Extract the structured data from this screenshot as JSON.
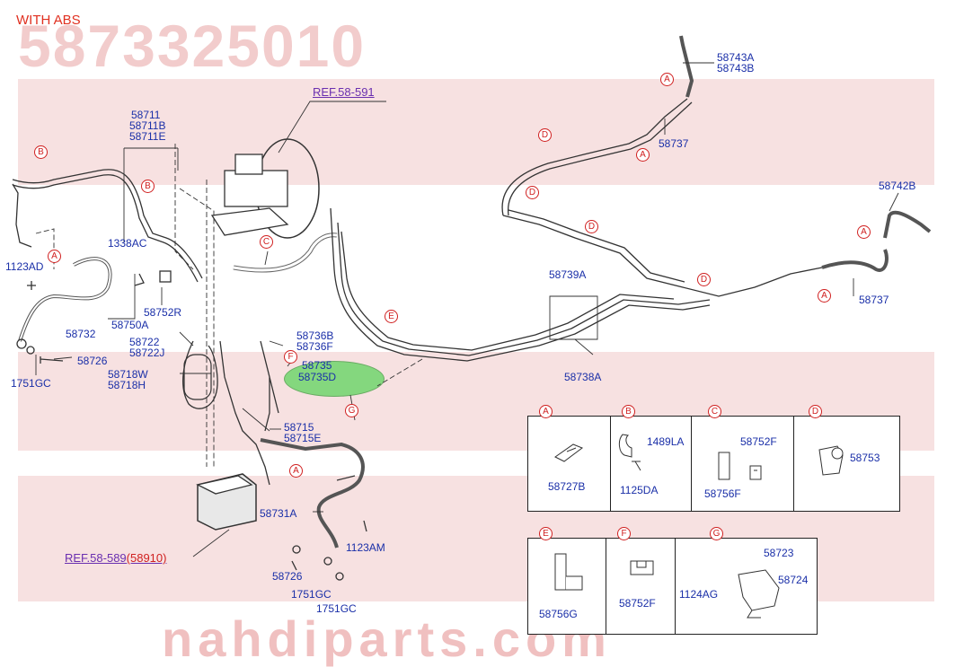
{
  "header": {
    "variant": "WITH ABS",
    "part_number": "5873325010"
  },
  "watermark": {
    "site": "nahdiparts.com"
  },
  "refs": {
    "top": "REF.58-591",
    "bottom_prefix": "REF.58-589",
    "bottom_suffix": "(58910)"
  },
  "callouts": [
    "A",
    "B",
    "C",
    "D",
    "E",
    "F",
    "G"
  ],
  "labels": {
    "l58711": "58711",
    "l58711B": "58711B",
    "l58711E": "58711E",
    "l1338AC": "1338AC",
    "l1123AD": "1123AD",
    "l58750A": "58750A",
    "l58752R": "58752R",
    "l58732": "58732",
    "l58726a": "58726",
    "l1751GC_a": "1751GC",
    "l58722": "58722",
    "l58722J": "58722J",
    "l58718W": "58718W",
    "l58718H": "58718H",
    "l58736B": "58736B",
    "l58736F": "58736F",
    "l58735": "58735",
    "l58735D": "58735D",
    "l58715": "58715",
    "l58715E": "58715E",
    "l58731A": "58731A",
    "l1123AM": "1123AM",
    "l58726b": "58726",
    "l1751GC_b": "1751GC",
    "l1751GC_c": "1751GC",
    "l58743A": "58743A",
    "l58743B": "58743B",
    "l58737a": "58737",
    "l58742B": "58742B",
    "l58737b": "58737",
    "l58739A": "58739A",
    "l58738A": "58738A"
  },
  "detail_panels": [
    {
      "tag": "A",
      "parts": [
        "58727B"
      ]
    },
    {
      "tag": "B",
      "parts": [
        "1489LA",
        "1125DA"
      ]
    },
    {
      "tag": "C",
      "parts": [
        "58752F",
        "58756F"
      ]
    },
    {
      "tag": "D",
      "parts": [
        "58753"
      ]
    },
    {
      "tag": "E",
      "parts": [
        "58756G"
      ]
    },
    {
      "tag": "F",
      "parts": [
        "58752F"
      ]
    },
    {
      "tag": "G",
      "parts": [
        "58723",
        "58724",
        "1124AG"
      ]
    }
  ],
  "highlight_color": "#5ed45e",
  "callout_color": "#d02020",
  "label_color": "#1a2fa8"
}
